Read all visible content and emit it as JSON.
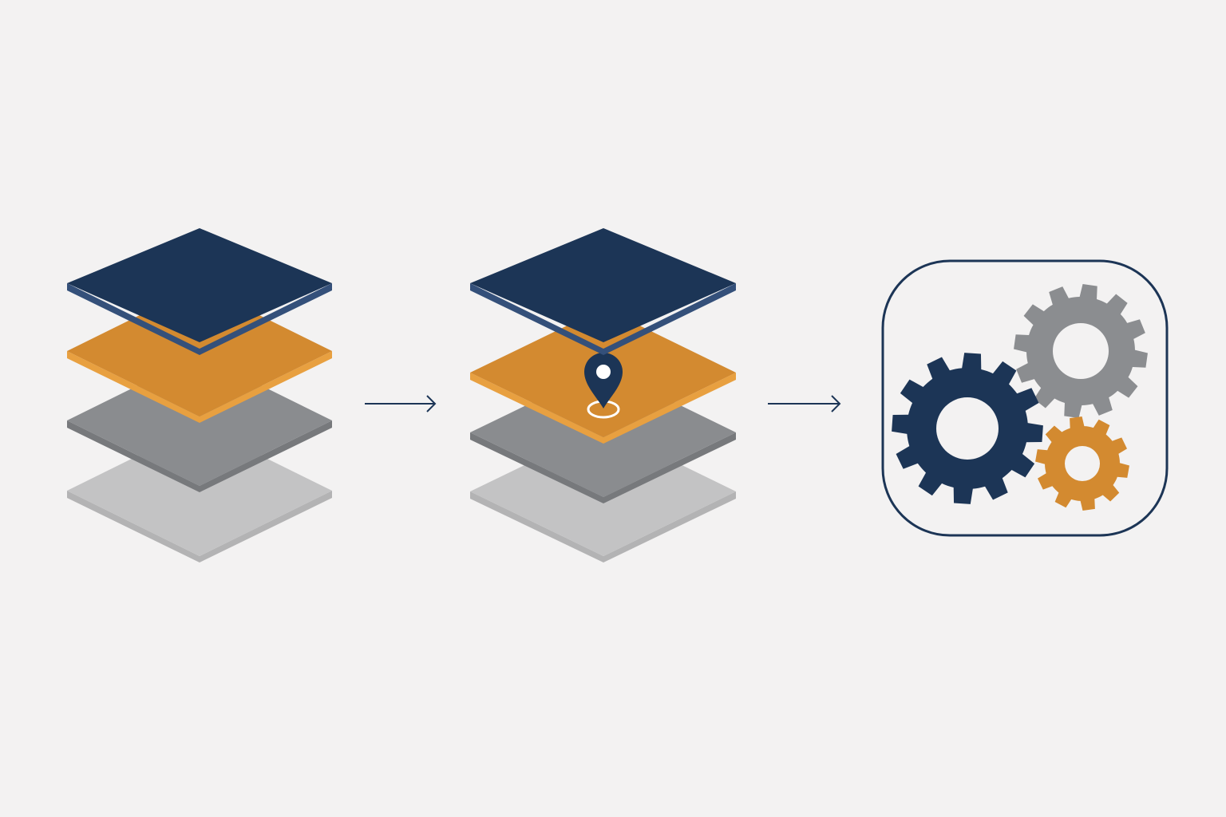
{
  "colors": {
    "background": "#f3f2f2",
    "navy": "#1c3556",
    "navy_edge": "#2d4a70",
    "orange": "#d38a30",
    "orange_edge": "#e39a3a",
    "gray": "#8a8c8f",
    "gray_edge": "#7c7e81",
    "light_gray": "#c3c3c4",
    "light_gray_edge": "#b7b7b8",
    "gear_gray": "#8b8d90",
    "arrow": "#1c3556",
    "white": "#ffffff"
  },
  "steps": [
    {
      "name": "layer-stack",
      "layers": [
        "navy",
        "orange",
        "gray",
        "light_gray"
      ],
      "has_pin": false
    },
    {
      "name": "layer-stack-with-location",
      "layers": [
        "navy",
        "orange",
        "gray",
        "light_gray"
      ],
      "has_pin": true,
      "pin_layer": "orange"
    },
    {
      "name": "gears-panel",
      "gears": [
        "navy",
        "gear_gray",
        "orange"
      ]
    }
  ],
  "icons": {
    "pin": "map-pin-icon",
    "arrow": "arrow-right-icon",
    "gear": "gear-icon"
  }
}
